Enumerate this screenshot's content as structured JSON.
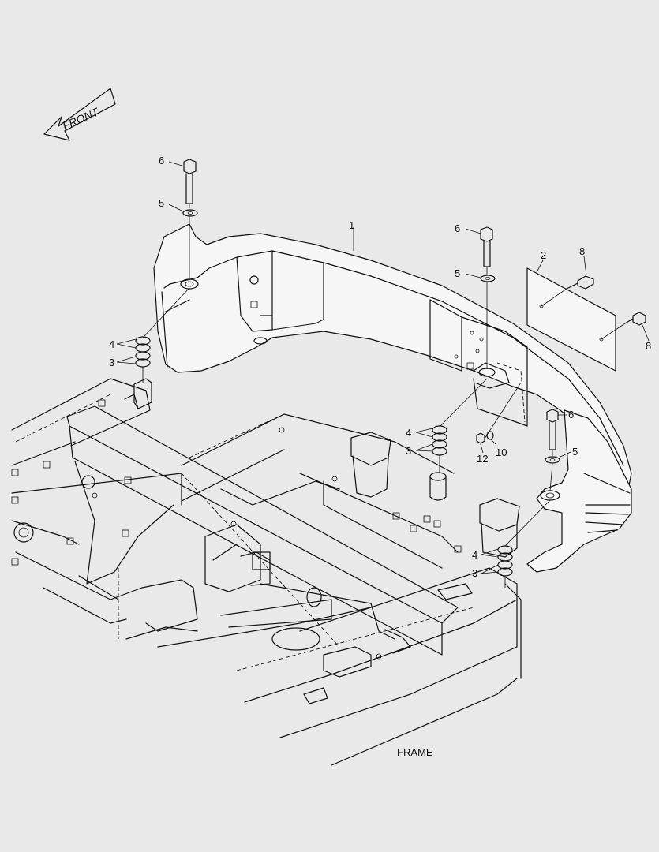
{
  "front_label": "FRONT",
  "frame_label": "FRAME",
  "callouts": {
    "c1": "1",
    "c2": "2",
    "c3a": "3",
    "c3b": "3",
    "c3c": "3",
    "c4a": "4",
    "c4b": "4",
    "c4c": "4",
    "c5a": "5",
    "c5b": "5",
    "c5c": "5",
    "c6a": "6",
    "c6b": "6",
    "c6c": "6",
    "c8a": "8",
    "c8b": "8",
    "c10": "10",
    "c12": "12"
  }
}
